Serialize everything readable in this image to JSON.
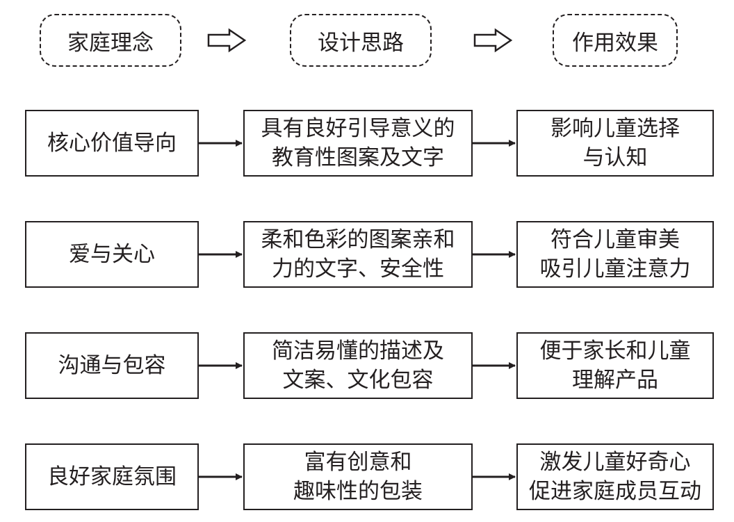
{
  "headers": [
    "家庭理念",
    "设计思路",
    "作用效果"
  ],
  "rows": [
    {
      "concept": "核心价值导向",
      "design": [
        "具有良好引导意义的",
        "教育性图案及文字"
      ],
      "effect": [
        "影响儿童选择",
        "与认知"
      ]
    },
    {
      "concept": "爱与关心",
      "design": [
        "柔和色彩的图案亲和",
        "力的文字、安全性"
      ],
      "effect": [
        "符合儿童审美",
        "吸引儿童注意力"
      ]
    },
    {
      "concept": "沟通与包容",
      "design": [
        "简洁易懂的描述及",
        "文案、文化包容"
      ],
      "effect": [
        "便于家长和儿童",
        "理解产品"
      ]
    },
    {
      "concept": "良好家庭氛围",
      "design": [
        "富有创意和",
        "趣味性的包装"
      ],
      "effect": [
        "激发儿童好奇心",
        "促进家庭成员互动"
      ]
    }
  ]
}
